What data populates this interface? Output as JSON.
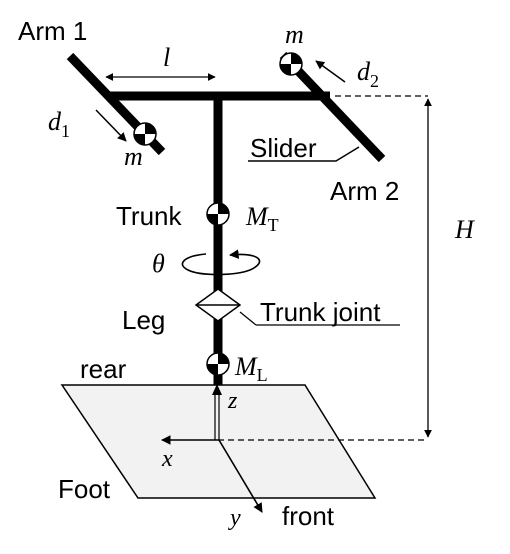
{
  "labels": {
    "arm1": "Arm 1",
    "arm2": "Arm 2",
    "slider": "Slider",
    "trunk": "Trunk",
    "trunk_joint": "Trunk joint",
    "leg": "Leg",
    "rear": "rear",
    "foot": "Foot",
    "front": "front"
  },
  "math": {
    "l": "l",
    "d1": "d",
    "d1_sub": "1",
    "d2": "d",
    "d2_sub": "2",
    "m_left": "m",
    "m_right": "m",
    "H": "H",
    "theta": "θ",
    "MT": "M",
    "MT_sub": "T",
    "ML": "M",
    "ML_sub": "L",
    "z": "z",
    "x": "x",
    "y": "y"
  },
  "colors": {
    "ink": "#000000",
    "foot_fill": "#f2f2f2",
    "background": "#ffffff"
  }
}
